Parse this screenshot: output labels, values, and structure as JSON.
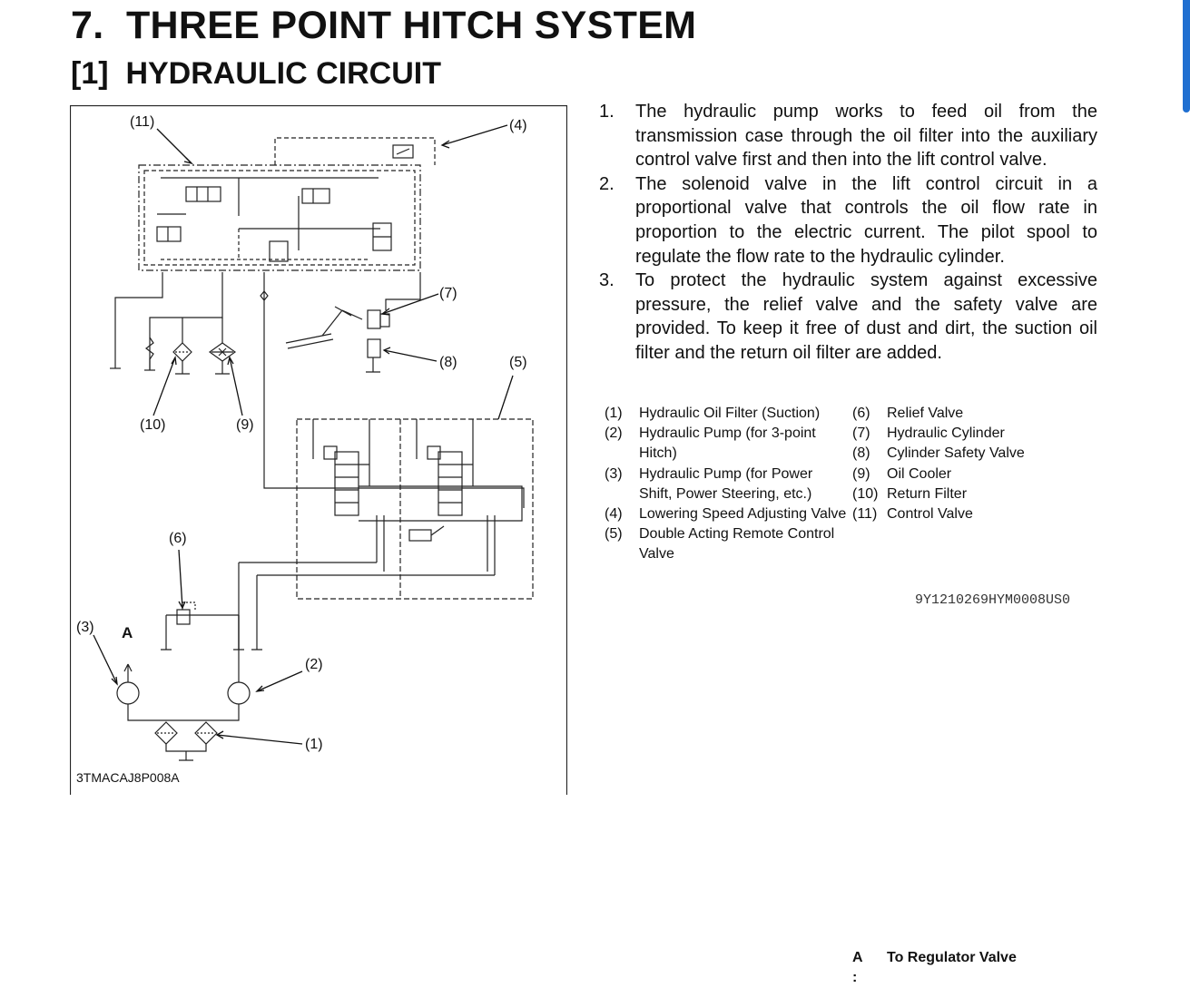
{
  "header": {
    "title": "7.  THREE POINT HITCH SYSTEM",
    "subtitle": "[1]  HYDRAULIC CIRCUIT"
  },
  "figure": {
    "code": "3TMACAJ8P008A",
    "marker_a": "A",
    "callouts": [
      "(1)",
      "(2)",
      "(3)",
      "(4)",
      "(5)",
      "(6)",
      "(7)",
      "(8)",
      "(9)",
      "(10)",
      "(11)"
    ]
  },
  "steps": [
    {
      "num": "1.",
      "text": "The hydraulic pump works to feed oil from the transmission case through the oil filter into the auxiliary control valve first and then into the lift control valve."
    },
    {
      "num": "2.",
      "text": "The solenoid valve in the lift control circuit in a proportional valve that controls the oil flow rate in proportion to the electric current. The pilot spool to regulate the flow rate to the hydraulic cylinder."
    },
    {
      "num": "3.",
      "text": "To protect the hydraulic system against excessive pressure, the relief valve and the safety valve are provided. To keep it free of dust and dirt, the suction oil filter and the return oil filter are added."
    }
  ],
  "legend": {
    "left": [
      {
        "num": "(1)",
        "text": "Hydraulic Oil Filter (Suction)"
      },
      {
        "num": "(2)",
        "text": "Hydraulic Pump (for 3-point Hitch)"
      },
      {
        "num": "(3)",
        "text": "Hydraulic Pump (for Power Shift, Power Steering, etc.)"
      },
      {
        "num": "(4)",
        "text": "Lowering Speed Adjusting Valve"
      },
      {
        "num": "(5)",
        "text": "Double Acting Remote Control Valve"
      }
    ],
    "right": [
      {
        "num": "(6)",
        "text": "Relief Valve"
      },
      {
        "num": "(7)",
        "text": "Hydraulic Cylinder"
      },
      {
        "num": "(8)",
        "text": "Cylinder Safety Valve"
      },
      {
        "num": "(9)",
        "text": "Oil Cooler"
      },
      {
        "num": "(10)",
        "text": "Return Filter"
      },
      {
        "num": "(11)",
        "text": "Control Valve"
      }
    ],
    "a_key": "A :",
    "a_value": "To Regulator Valve"
  },
  "doc_id": "9Y1210269HYM0008US0"
}
